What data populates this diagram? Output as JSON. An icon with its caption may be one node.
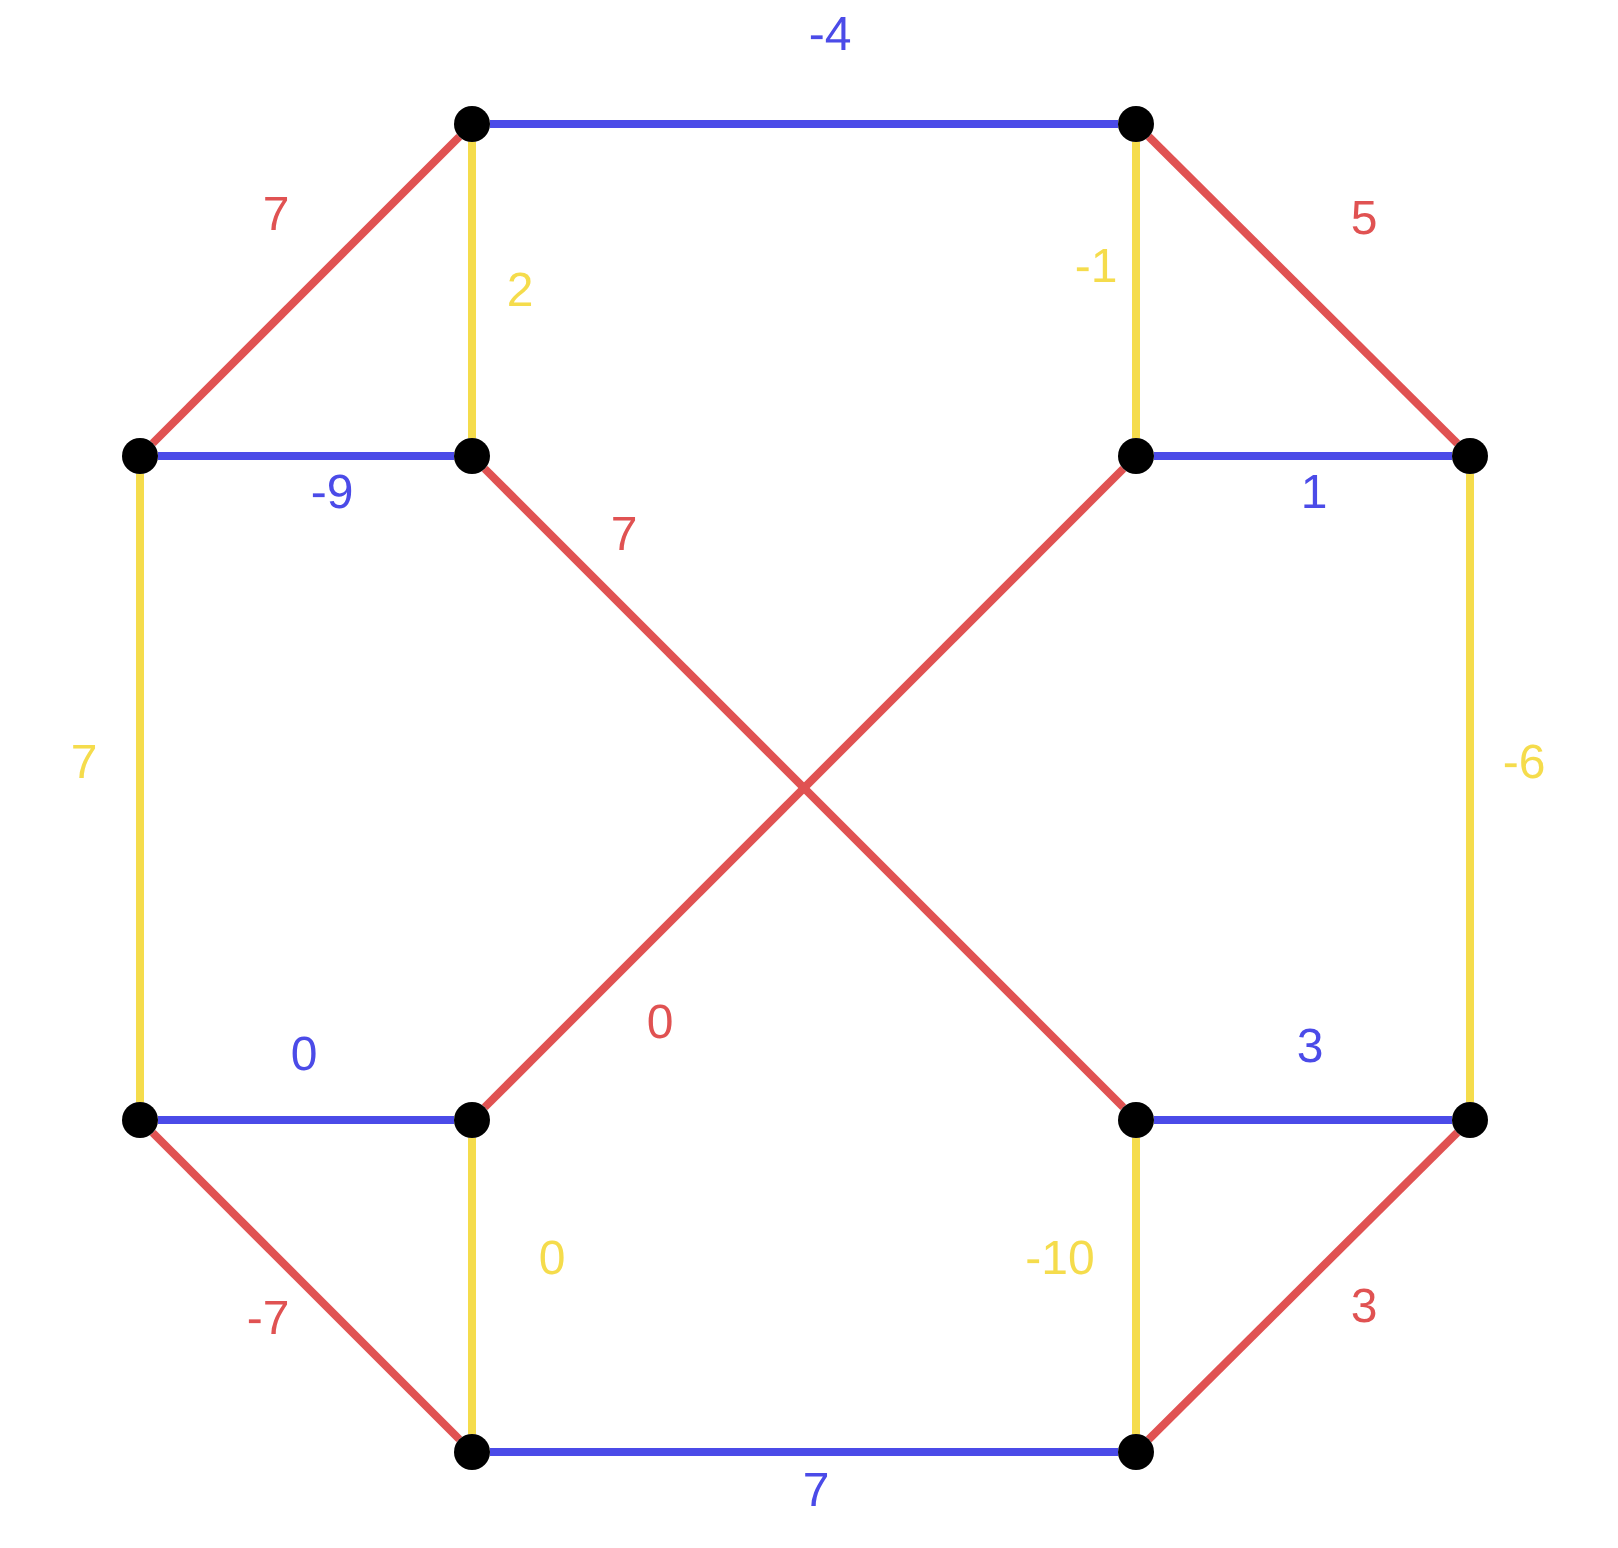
{
  "diagram": {
    "nodes": [
      {
        "text": [],
        "shape": "circle"
      },
      {
        "text": [],
        "shape": "circle"
      },
      {
        "text": [],
        "shape": "circle"
      },
      {
        "text": [],
        "shape": "circle"
      },
      {
        "text": [],
        "shape": "circle"
      },
      {
        "text": [],
        "shape": "circle"
      },
      {
        "text": [],
        "shape": "circle"
      },
      {
        "text": [],
        "shape": "circle"
      },
      {
        "text": [],
        "shape": "circle"
      },
      {
        "text": [],
        "shape": "circle"
      },
      {
        "text": [],
        "shape": "circle"
      },
      {
        "text": [],
        "shape": "circle"
      }
    ],
    "edges": [
      {
        "from": 0,
        "to": 1,
        "arrow": "none",
        "label": "-4",
        "color": "#4b4be8"
      },
      {
        "from": 0,
        "to": 2,
        "arrow": "none",
        "label": "7",
        "color": "#e05252"
      },
      {
        "from": 0,
        "to": 3,
        "arrow": "none",
        "label": "2",
        "color": "#f5dc4c"
      },
      {
        "from": 1,
        "to": 4,
        "arrow": "none",
        "label": "-1",
        "color": "#f5dc4c"
      },
      {
        "from": 1,
        "to": 5,
        "arrow": "none",
        "label": "5",
        "color": "#e05252"
      },
      {
        "from": 2,
        "to": 3,
        "arrow": "none",
        "label": "-9",
        "color": "#4b4be8"
      },
      {
        "from": 4,
        "to": 5,
        "arrow": "none",
        "label": "1",
        "color": "#4b4be8"
      },
      {
        "from": 3,
        "to": 8,
        "arrow": "none",
        "label": "7",
        "color": "#e05252"
      },
      {
        "from": 4,
        "to": 7,
        "arrow": "none",
        "label": "0",
        "color": "#e05252"
      },
      {
        "from": 2,
        "to": 6,
        "arrow": "none",
        "label": "7",
        "color": "#f5dc4c"
      },
      {
        "from": 5,
        "to": 9,
        "arrow": "none",
        "label": "-6",
        "color": "#f5dc4c"
      },
      {
        "from": 6,
        "to": 7,
        "arrow": "none",
        "label": "0",
        "color": "#4b4be8"
      },
      {
        "from": 8,
        "to": 9,
        "arrow": "none",
        "label": "3",
        "color": "#4b4be8"
      },
      {
        "from": 6,
        "to": 10,
        "arrow": "none",
        "label": "-7",
        "color": "#e05252"
      },
      {
        "from": 7,
        "to": 10,
        "arrow": "none",
        "label": "0",
        "color": "#f5dc4c"
      },
      {
        "from": 8,
        "to": 11,
        "arrow": "none",
        "label": "-10",
        "color": "#f5dc4c"
      },
      {
        "from": 9,
        "to": 11,
        "arrow": "none",
        "label": "3",
        "color": "#e05252"
      },
      {
        "from": 10,
        "to": 11,
        "arrow": "none",
        "label": "7",
        "color": "#4b4be8"
      }
    ]
  }
}
